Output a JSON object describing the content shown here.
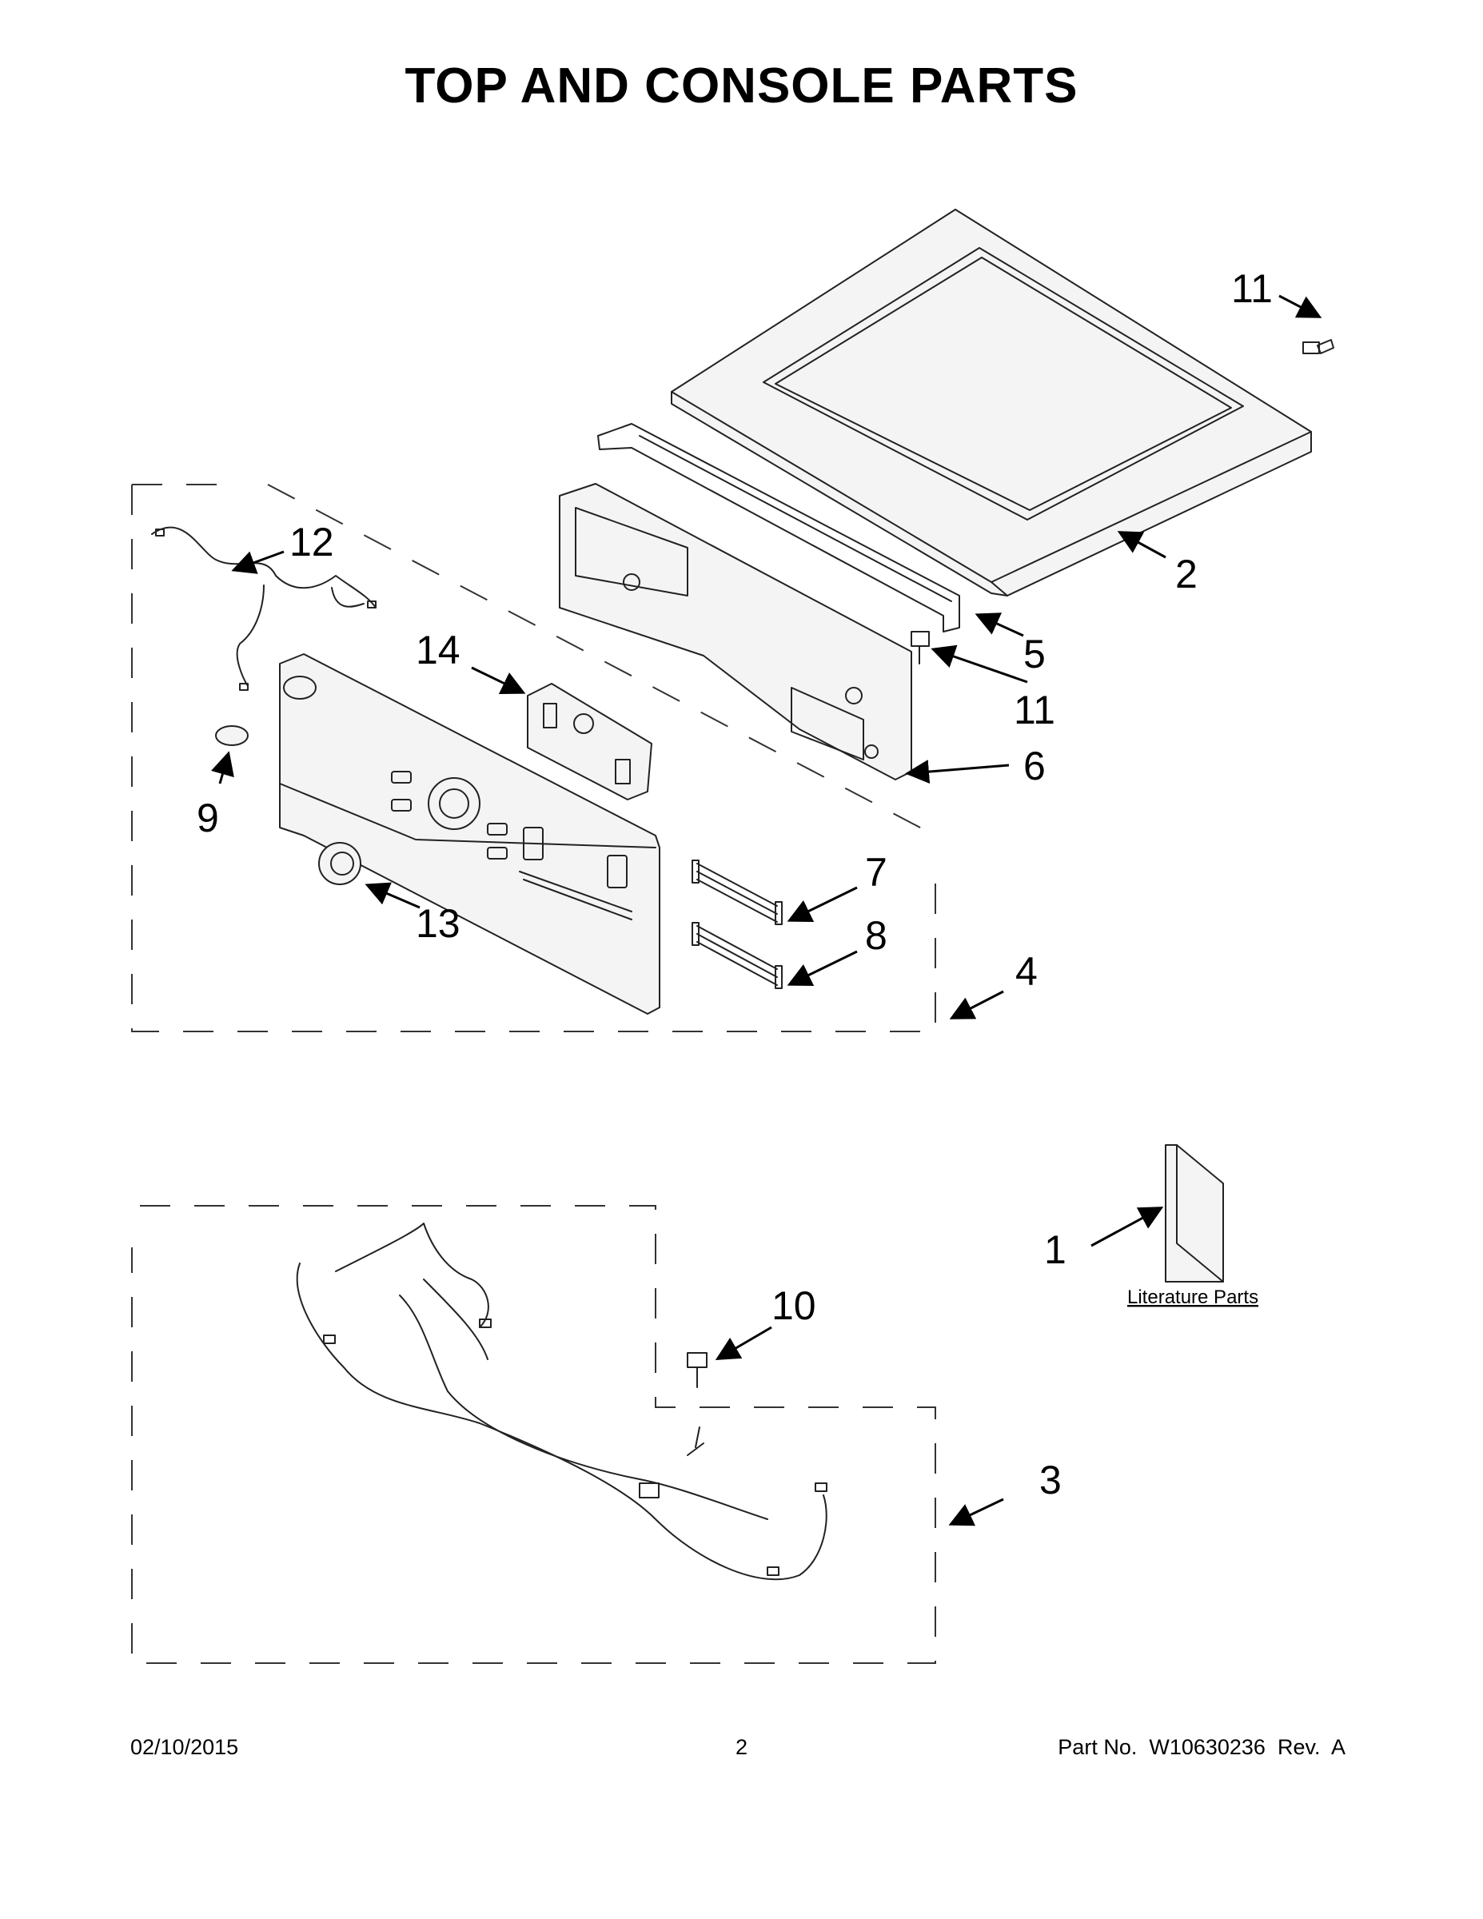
{
  "title": "TOP AND CONSOLE PARTS",
  "callouts": {
    "c1": "1",
    "c2": "2",
    "c3": "3",
    "c4": "4",
    "c5": "5",
    "c6": "6",
    "c7": "7",
    "c8": "8",
    "c9": "9",
    "c10": "10",
    "c11a": "11",
    "c11b": "11",
    "c12": "12",
    "c13": "13",
    "c14": "14"
  },
  "literature_label": "Literature Parts",
  "footer": {
    "date": "02/10/2015",
    "page": "2",
    "part_no": "Part No.  W10630236  Rev.  A"
  }
}
